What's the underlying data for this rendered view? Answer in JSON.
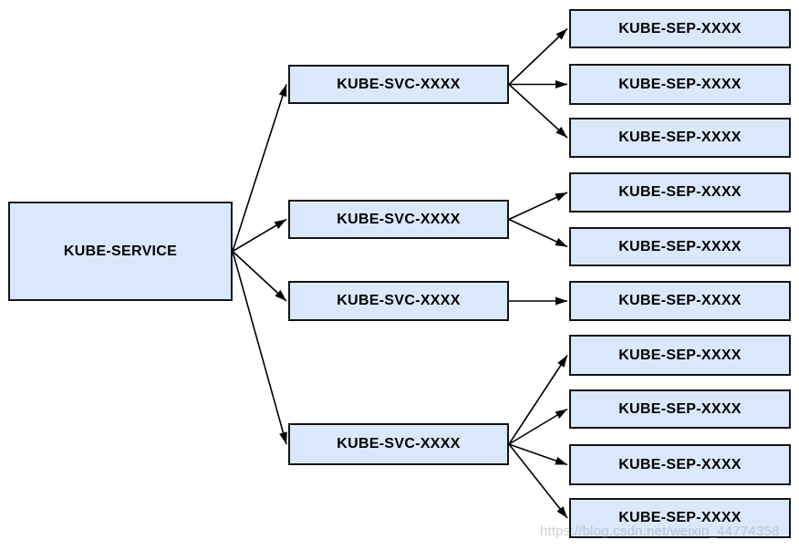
{
  "diagram": {
    "root": {
      "id": "service",
      "label": "KUBE-SERVICE"
    },
    "svc_nodes": [
      {
        "id": "svc-0",
        "label": "KUBE-SVC-XXXX"
      },
      {
        "id": "svc-1",
        "label": "KUBE-SVC-XXXX"
      },
      {
        "id": "svc-2",
        "label": "KUBE-SVC-XXXX"
      },
      {
        "id": "svc-3",
        "label": "KUBE-SVC-XXXX"
      }
    ],
    "sep_nodes": [
      {
        "id": "sep-0",
        "label": "KUBE-SEP-XXXX"
      },
      {
        "id": "sep-1",
        "label": "KUBE-SEP-XXXX"
      },
      {
        "id": "sep-2",
        "label": "KUBE-SEP-XXXX"
      },
      {
        "id": "sep-3",
        "label": "KUBE-SEP-XXXX"
      },
      {
        "id": "sep-4",
        "label": "KUBE-SEP-XXXX"
      },
      {
        "id": "sep-5",
        "label": "KUBE-SEP-XXXX"
      },
      {
        "id": "sep-6",
        "label": "KUBE-SEP-XXXX"
      },
      {
        "id": "sep-7",
        "label": "KUBE-SEP-XXXX"
      },
      {
        "id": "sep-8",
        "label": "KUBE-SEP-XXXX"
      },
      {
        "id": "sep-9",
        "label": "KUBE-SEP-XXXX"
      }
    ],
    "edges": [
      {
        "from": "service",
        "to": "svc-0"
      },
      {
        "from": "service",
        "to": "svc-1"
      },
      {
        "from": "service",
        "to": "svc-2"
      },
      {
        "from": "service",
        "to": "svc-3"
      },
      {
        "from": "svc-0",
        "to": "sep-0"
      },
      {
        "from": "svc-0",
        "to": "sep-1"
      },
      {
        "from": "svc-0",
        "to": "sep-2"
      },
      {
        "from": "svc-1",
        "to": "sep-3"
      },
      {
        "from": "svc-1",
        "to": "sep-4"
      },
      {
        "from": "svc-2",
        "to": "sep-5"
      },
      {
        "from": "svc-3",
        "to": "sep-6"
      },
      {
        "from": "svc-3",
        "to": "sep-7"
      },
      {
        "from": "svc-3",
        "to": "sep-8"
      },
      {
        "from": "svc-3",
        "to": "sep-9"
      }
    ],
    "colors": {
      "node_fill": "#dae8fc",
      "node_border": "#141414",
      "arrow": "#000000",
      "background": "#ffffff"
    }
  },
  "watermark": {
    "text": "https://blog.csdn.net/weixin_44774358"
  }
}
